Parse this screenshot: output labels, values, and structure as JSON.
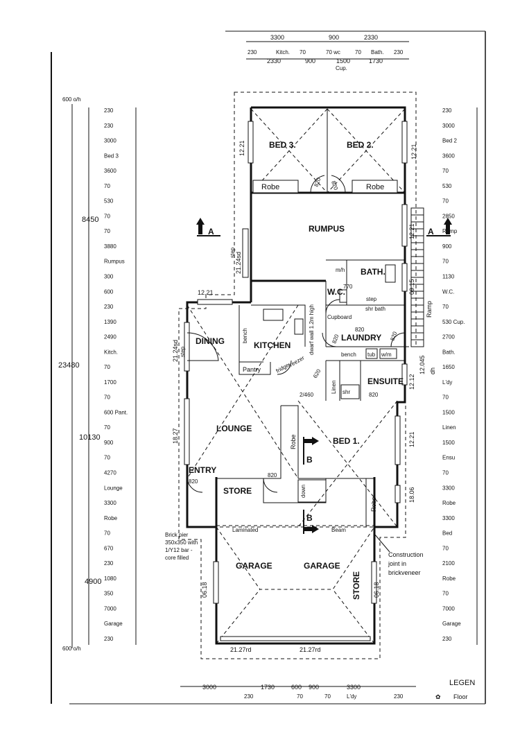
{
  "rooms": {
    "bed3": "BED 3.",
    "bed2": "BED 2.",
    "rumpus": "RUMPUS",
    "bath": "BATH.",
    "wc": "W.C.",
    "dining": "DINING",
    "kitchen": "KITCHEN",
    "laundry": "LAUNDRY",
    "lounge": "LOUNGE",
    "bed1": "BED 1.",
    "ensuite": "ENSUITE",
    "entry": "ENTRY",
    "store": "STORE",
    "garage_left": "GARAGE",
    "garage_right": "GARAGE",
    "store_side": "STORE"
  },
  "fixtures": {
    "robe_bed3": "Robe",
    "robe_bed2": "Robe",
    "robe_bed1": "Robe",
    "robe_store": "Robe",
    "pantry": "Pantry",
    "fridge": "fridge",
    "freezer": "freezer",
    "bench_kitchen": "bench",
    "bench_laundry": "bench",
    "tub": "tub",
    "wm": "w/m",
    "cupboard": "Cupboard",
    "shr_bath": "shr bath",
    "shr": "shr",
    "linen": "Linen",
    "step": "step",
    "mh": "m/h",
    "dwarf_wall": "dwarf wall 1.2m high",
    "down": "down",
    "ramp": "Ramp",
    "laminated": "Laminated",
    "beam": "Beam"
  },
  "door_sizes": {
    "d_bed3": "820",
    "d_bed2": "820",
    "d_wc": "770",
    "d_laundry": "820",
    "d_laundry2": "820",
    "d_laundry_side": "820",
    "d_pantry": "620",
    "d_linen": "460",
    "d_ens": "820",
    "d_entry": "820",
    "d_store": "820",
    "d_2_460": "2/460"
  },
  "window_codes": {
    "w_bed3_l": "12.21",
    "w_bed2_r": "12.21",
    "w_rumpus_l": "21.24sd",
    "w_rumpus_r": "12.21",
    "w_bath": "09.15",
    "w_dining_top": "12.21",
    "w_dining_l": "21.24sd",
    "w_lounge_l": "18.27",
    "w_bed1_r": "12.21",
    "w_ens_r": "12.12",
    "w_ramp": "12.045",
    "w_store_r": "18.06",
    "w_garage_l": "06.18",
    "w_garage_r": "06.18",
    "w_garage_b1": "21.27rd",
    "w_garage_b2": "21.27rd",
    "step_l1": "step",
    "step_l2": "step",
    "dh1": "dh"
  },
  "section_markers": {
    "a_left": "A",
    "a_right": "A",
    "b_upper": "B",
    "b_lower": "B"
  },
  "top_dims": {
    "overall1": "3300",
    "overall2": "900",
    "overall3": "2330",
    "t230a": "230",
    "kitch": "Kitch.",
    "t70a": "70",
    "t70wc": "70 wc",
    "t70b": "70",
    "bath": "Bath.",
    "t230b": "230",
    "d2330": "2330",
    "d900": "900",
    "d1500": "1500",
    "d1730": "1730",
    "cup": "Cup."
  },
  "left_dims": {
    "oh_top": "600 o/h",
    "oh_bottom": "600 o/h",
    "total": "23480",
    "sub8450": "8450",
    "sub10130": "10130",
    "sub4900": "4900",
    "items": [
      {
        "v": "230"
      },
      {
        "v": "230"
      },
      {
        "v": "3000"
      },
      {
        "v": "Bed 3"
      },
      {
        "v": "3600"
      },
      {
        "v": "70"
      },
      {
        "v": "530"
      },
      {
        "v": "70"
      },
      {
        "v": "70"
      },
      {
        "v": "3880"
      },
      {
        "v": "Rumpus"
      },
      {
        "v": "300"
      },
      {
        "v": "600"
      },
      {
        "v": "230"
      },
      {
        "v": "1390"
      },
      {
        "v": "2490"
      },
      {
        "v": "Kitch."
      },
      {
        "v": "70"
      },
      {
        "v": "1700"
      },
      {
        "v": "70"
      },
      {
        "v": "600 Pant."
      },
      {
        "v": "70"
      },
      {
        "v": "900"
      },
      {
        "v": "70"
      },
      {
        "v": "4270"
      },
      {
        "v": "Lounge"
      },
      {
        "v": "3300"
      },
      {
        "v": "Robe"
      },
      {
        "v": "70"
      },
      {
        "v": "670"
      },
      {
        "v": "230"
      },
      {
        "v": "1080"
      },
      {
        "v": "350"
      },
      {
        "v": "7000"
      },
      {
        "v": "Garage"
      },
      {
        "v": "230"
      }
    ]
  },
  "right_dims": {
    "items": [
      {
        "v": "230"
      },
      {
        "v": "3000"
      },
      {
        "v": "Bed 2"
      },
      {
        "v": "3600"
      },
      {
        "v": "70"
      },
      {
        "v": "530"
      },
      {
        "v": "70"
      },
      {
        "v": "2850"
      },
      {
        "v": "Rump"
      },
      {
        "v": "900"
      },
      {
        "v": "70"
      },
      {
        "v": "1130"
      },
      {
        "v": "W.C."
      },
      {
        "v": "70"
      },
      {
        "v": "530 Cup."
      },
      {
        "v": "2700"
      },
      {
        "v": "Bath."
      },
      {
        "v": "1650"
      },
      {
        "v": "L'dy"
      },
      {
        "v": "70"
      },
      {
        "v": "1500"
      },
      {
        "v": "Linen"
      },
      {
        "v": "1500"
      },
      {
        "v": "Ensu"
      },
      {
        "v": "70"
      },
      {
        "v": "3300"
      },
      {
        "v": "Robe"
      },
      {
        "v": "3300"
      },
      {
        "v": "Bed"
      },
      {
        "v": "70"
      },
      {
        "v": "2100"
      },
      {
        "v": "Robe"
      },
      {
        "v": "70"
      },
      {
        "v": "7000"
      },
      {
        "v": "Garage"
      },
      {
        "v": "230"
      }
    ]
  },
  "bottom_dims": {
    "d3000": "3000",
    "d1730": "1730",
    "d600": "600",
    "d900": "900",
    "d3300": "3300",
    "b230a": "230",
    "b70a": "70",
    "b70b": "70",
    "ldy": "L'dy",
    "b230b": "230"
  },
  "notes": {
    "brick_pier": [
      "Brick pier",
      "350x350 with",
      "1/Y12 bar -",
      "core filled"
    ],
    "construction_joint": [
      "Construction",
      "joint in",
      "brickveneer"
    ]
  },
  "legend": {
    "title": "LEGEN",
    "floor": "Floor"
  }
}
